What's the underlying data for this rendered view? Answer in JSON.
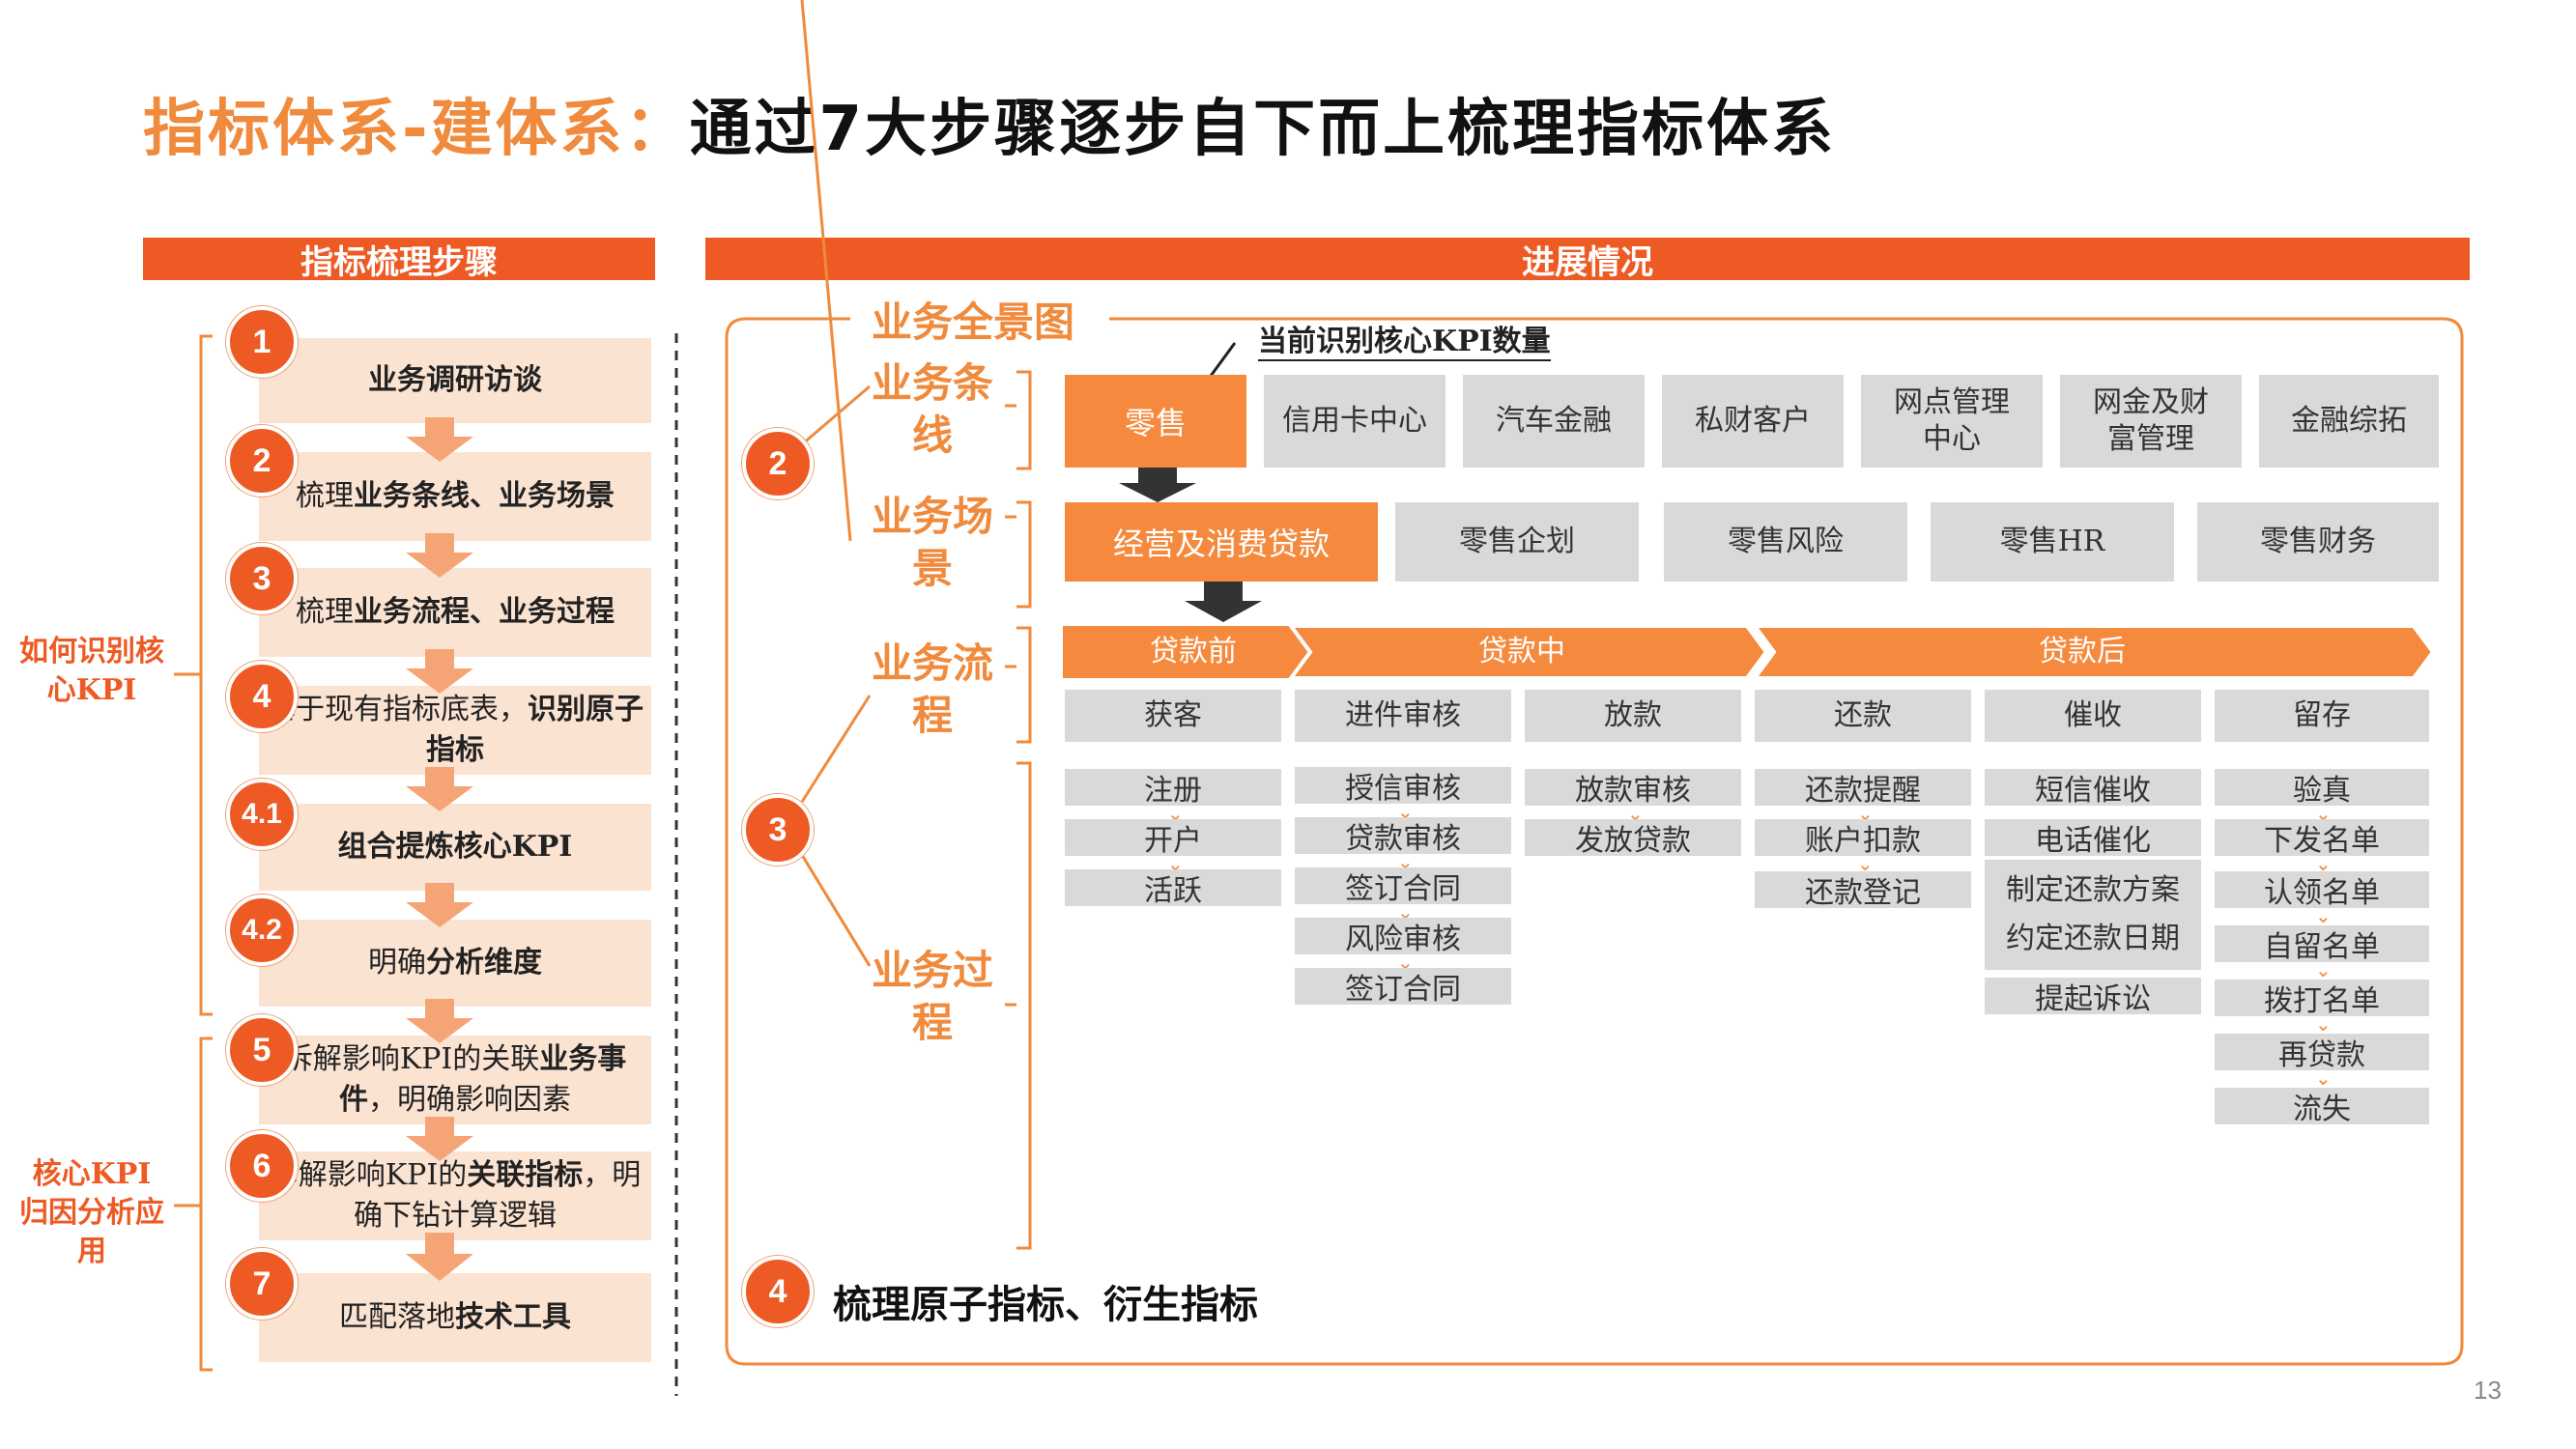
{
  "title": {
    "part1": "指标体系-建体系：",
    "part2": "通过7大步骤逐步自下而上梳理指标体系"
  },
  "left_header": "指标梳理步骤",
  "right_header": "进展情况",
  "side_labels": {
    "group1": "如何识别核心KPI",
    "group2": "核心KPI归因分析应用"
  },
  "steps": [
    {
      "num": "1",
      "pre": "",
      "bold": "业务调研访谈",
      "post": ""
    },
    {
      "num": "2",
      "pre": "梳理",
      "bold": "业务条线、业务场景",
      "post": ""
    },
    {
      "num": "3",
      "pre": "梳理",
      "bold": "业务流程、业务过程",
      "post": ""
    },
    {
      "num": "4",
      "pre": "基于现有指标底表，",
      "bold": "识别原子指标",
      "post": ""
    },
    {
      "num": "4.1",
      "pre": "",
      "bold": "组合提炼核心KPI",
      "post": ""
    },
    {
      "num": "4.2",
      "pre": "明确",
      "bold": "分析维度",
      "post": ""
    },
    {
      "num": "5",
      "pre": "拆解影响KPI的关联",
      "bold": "业务事件",
      "post": "，明确影响因素"
    },
    {
      "num": "6",
      "pre": "拆解影响KPI的",
      "bold": "关联指标",
      "post": "，明确下钻计算逻辑"
    },
    {
      "num": "7",
      "pre": "匹配落地",
      "bold": "技术工具",
      "post": ""
    }
  ],
  "panorama": {
    "title": "业务全景图",
    "kpi_note": "当前识别核心KPI数量",
    "labels": {
      "line": "业务条线",
      "scene": "业务场景",
      "flow": "业务流程",
      "process": "业务过程"
    },
    "circles": {
      "c2": "2",
      "c3": "3",
      "c4": "4"
    },
    "business_lines": [
      "零售",
      "信用卡中心",
      "汽车金融",
      "私财客户",
      "网点管理中心",
      "网金及财富管理",
      "金融综拓"
    ],
    "scenes": [
      "经营及消费贷款",
      "零售企划",
      "零售风险",
      "零售HR",
      "零售财务"
    ],
    "phases": [
      "贷款前",
      "贷款中",
      "贷款后"
    ],
    "flows": [
      "获客",
      "进件审核",
      "放款",
      "还款",
      "催收",
      "留存"
    ],
    "processes": [
      [
        "注册",
        "开户",
        "活跃"
      ],
      [
        "授信审核",
        "贷款审核",
        "签订合同",
        "风险审核",
        "签订合同"
      ],
      [
        "放款审核",
        "发放贷款"
      ],
      [
        "还款提醒",
        "账户扣款",
        "还款登记"
      ],
      [
        "短信催收",
        "电话催化",
        "制定还款方案",
        "约定还款日期",
        "提起诉讼"
      ],
      [
        "验真",
        "下发名单",
        "认领名单",
        "自留名单",
        "拨打名单",
        "再贷款",
        "流失"
      ]
    ],
    "step4_text": "梳理原子指标、衍生指标"
  },
  "page_number": "13"
}
